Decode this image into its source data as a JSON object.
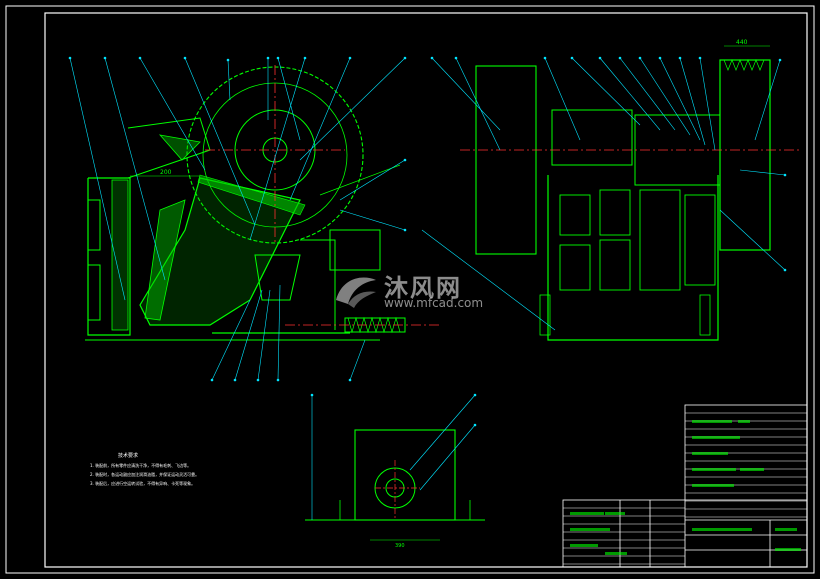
{
  "watermark": {
    "cn": "沐风网",
    "en": "www.mfcad.com"
  },
  "colors": {
    "background": "#000000",
    "frame": "#ffffff",
    "geometry": "#00ff00",
    "leaders": "#00e5ff",
    "centerline": "#ff3030",
    "hatch": "#00c800"
  },
  "dimensions": {
    "d1": "200",
    "d2": "440",
    "d3": "390"
  },
  "notes": {
    "title": "技术要求",
    "lines": [
      "1. 装配前，所有零件应清洗干净，不得有毛刺、飞边等。",
      "2. 装配时，各运动副应加注润滑油脂，并保证运动灵活可靠。",
      "3. 装配后，应进行空运转试验，不得有异响、卡死等现象。"
    ]
  }
}
